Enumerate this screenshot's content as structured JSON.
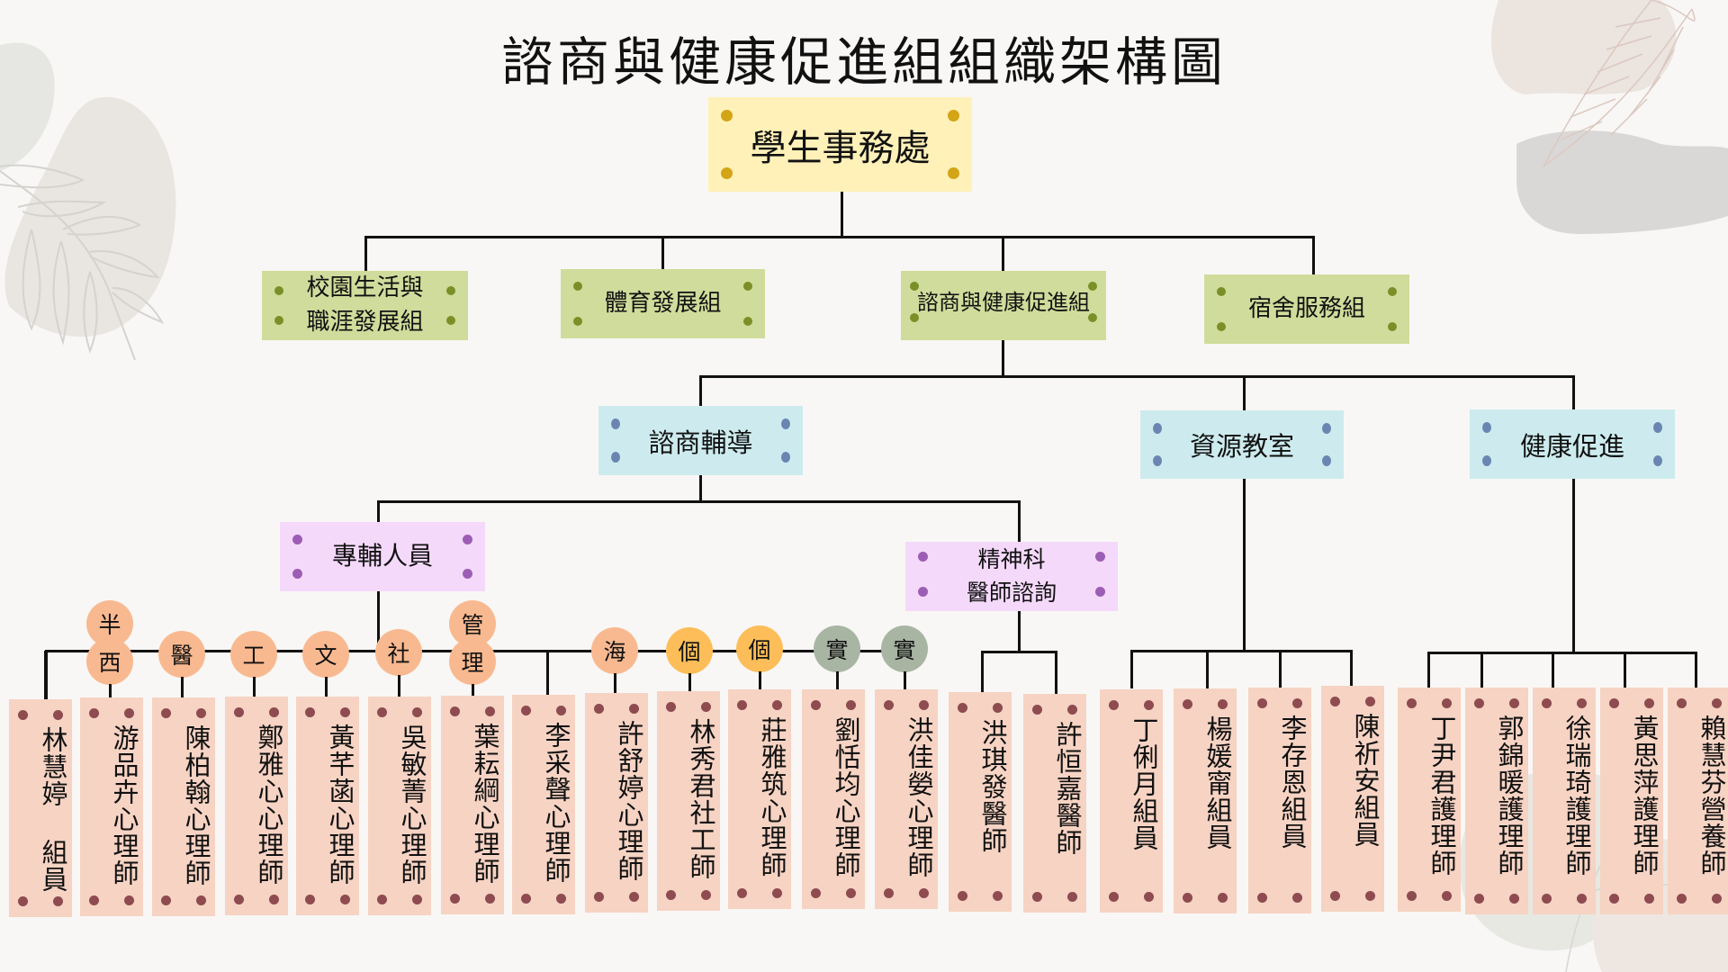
{
  "title": "諮商與健康促進組組織架構圖",
  "colors": {
    "root": "#fff1b8",
    "level2": "#d0dc9b",
    "level3": "#cdebee",
    "level4": "#f5d9fb",
    "card": "#f6d3c3",
    "circle_orange": "#f9b990",
    "circle_yellow": "#fdbd58",
    "circle_grey": "#a9b5a3"
  },
  "root": {
    "label": "學生事務處"
  },
  "level2": [
    {
      "label": "校園生活與\n職涯發展組",
      "line1": "校園生活與",
      "line2": "職涯發展組"
    },
    {
      "label": "體育發展組"
    },
    {
      "label": "諮商與健康促進組"
    },
    {
      "label": "宿舍服務組"
    }
  ],
  "level3": [
    {
      "label": "諮商輔導"
    },
    {
      "label": "資源教室"
    },
    {
      "label": "健康促進"
    }
  ],
  "level4": [
    {
      "label": "專輔人員"
    },
    {
      "line1": "精神科",
      "line2": "醫師諮詢"
    }
  ],
  "tags": [
    {
      "text": "半",
      "color": "orange"
    },
    {
      "text": "西",
      "color": "orange"
    },
    {
      "text": "醫",
      "color": "orange"
    },
    {
      "text": "工",
      "color": "orange"
    },
    {
      "text": "文",
      "color": "orange"
    },
    {
      "text": "社",
      "color": "orange"
    },
    {
      "text": "管",
      "color": "orange"
    },
    {
      "text": "理",
      "color": "orange"
    },
    {
      "text": "海",
      "color": "orange"
    },
    {
      "text": "個",
      "color": "yellow"
    },
    {
      "text": "個",
      "color": "yellow"
    },
    {
      "text": "實",
      "color": "grey"
    },
    {
      "text": "實",
      "color": "grey"
    }
  ],
  "staff": [
    {
      "group": "諮商輔導",
      "name": "林慧婷 組員",
      "text": "林慧婷 組員"
    },
    {
      "group": "專輔人員",
      "name": "游品卉心理師",
      "text": "游品卉心理師"
    },
    {
      "group": "專輔人員",
      "name": "陳柏翰心理師",
      "text": "陳柏翰心理師"
    },
    {
      "group": "專輔人員",
      "name": "鄭雅心心理師",
      "text": "鄭雅心心理師"
    },
    {
      "group": "專輔人員",
      "name": "黃芊菡心理師",
      "text": "黃芊菡心理師"
    },
    {
      "group": "專輔人員",
      "name": "吳敏菁心理師",
      "text": "吳敏菁心理師"
    },
    {
      "group": "專輔人員",
      "name": "葉耘綱心理師",
      "text": "葉耘綱心理師"
    },
    {
      "group": "專輔人員",
      "name": "李采聲心理師",
      "text": "李采聲心理師"
    },
    {
      "group": "專輔人員",
      "name": "許舒婷心理師",
      "text": "許舒婷心理師"
    },
    {
      "group": "專輔人員",
      "name": "林秀君社工師",
      "text": "林秀君社工師"
    },
    {
      "group": "專輔人員",
      "name": "莊雅筑心理師",
      "text": "莊雅筑心理師"
    },
    {
      "group": "專輔人員",
      "name": "劉恬均心理師",
      "text": "劉恬均心理師"
    },
    {
      "group": "專輔人員",
      "name": "洪佳嫈心理師",
      "text": "洪佳嫈心理師"
    },
    {
      "group": "精神科醫師諮詢",
      "name": "洪琪發醫師",
      "text": "洪琪發醫師"
    },
    {
      "group": "精神科醫師諮詢",
      "name": "許恒嘉醫師",
      "text": "許恒嘉醫師"
    },
    {
      "group": "資源教室",
      "name": "丁俐月組員",
      "text": "丁俐月組員"
    },
    {
      "group": "資源教室",
      "name": "楊媛甯組員",
      "text": "楊媛甯組員"
    },
    {
      "group": "資源教室",
      "name": "李存恩組員",
      "text": "李存恩組員"
    },
    {
      "group": "資源教室",
      "name": "陳祈安組員",
      "text": "陳祈安組員"
    },
    {
      "group": "健康促進",
      "name": "丁尹君護理師",
      "text": "丁尹君護理師"
    },
    {
      "group": "健康促進",
      "name": "郭錦暖護理師",
      "text": "郭錦暖護理師"
    },
    {
      "group": "健康促進",
      "name": "徐瑞琦護理師",
      "text": "徐瑞琦護理師"
    },
    {
      "group": "健康促進",
      "name": "黃思萍護理師",
      "text": "黃思萍護理師"
    },
    {
      "group": "健康促進",
      "name": "賴慧芬營養師",
      "text": "賴慧芬營養師"
    }
  ]
}
